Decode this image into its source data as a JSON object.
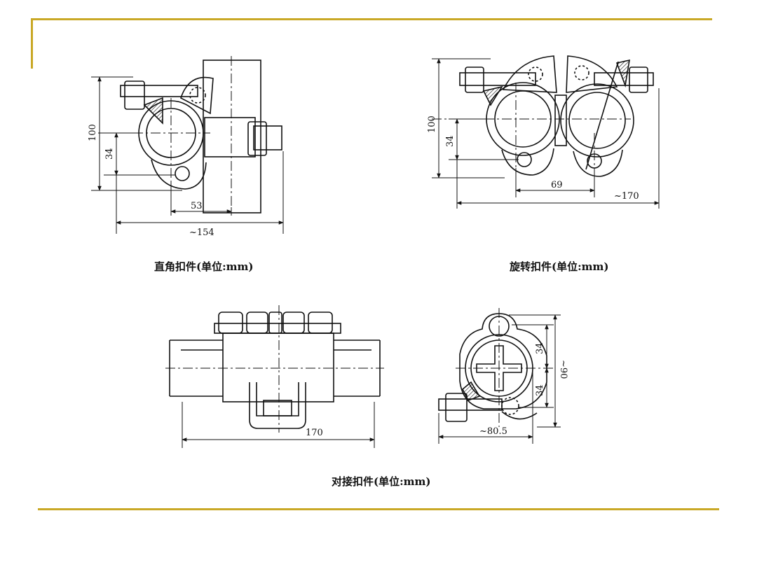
{
  "colors": {
    "accent_line": "#c9a826",
    "ink": "#111111"
  },
  "right_angle": {
    "caption": "直角扣件(单位:mm)",
    "dims": {
      "height_total": "100",
      "height_lower": "34",
      "width_offset": "53",
      "width_total": "~154"
    }
  },
  "swivel": {
    "caption": "旋转扣件(单位:mm)",
    "dims": {
      "height_total": "100",
      "height_lower": "34",
      "width_offset": "69",
      "width_total": "~170"
    }
  },
  "butt_joint": {
    "caption": "对接扣件(单位:mm)",
    "dims": {
      "length": "170",
      "upper": "34",
      "lower": "34",
      "height_total": "~90",
      "width_total": "~80.5"
    }
  }
}
